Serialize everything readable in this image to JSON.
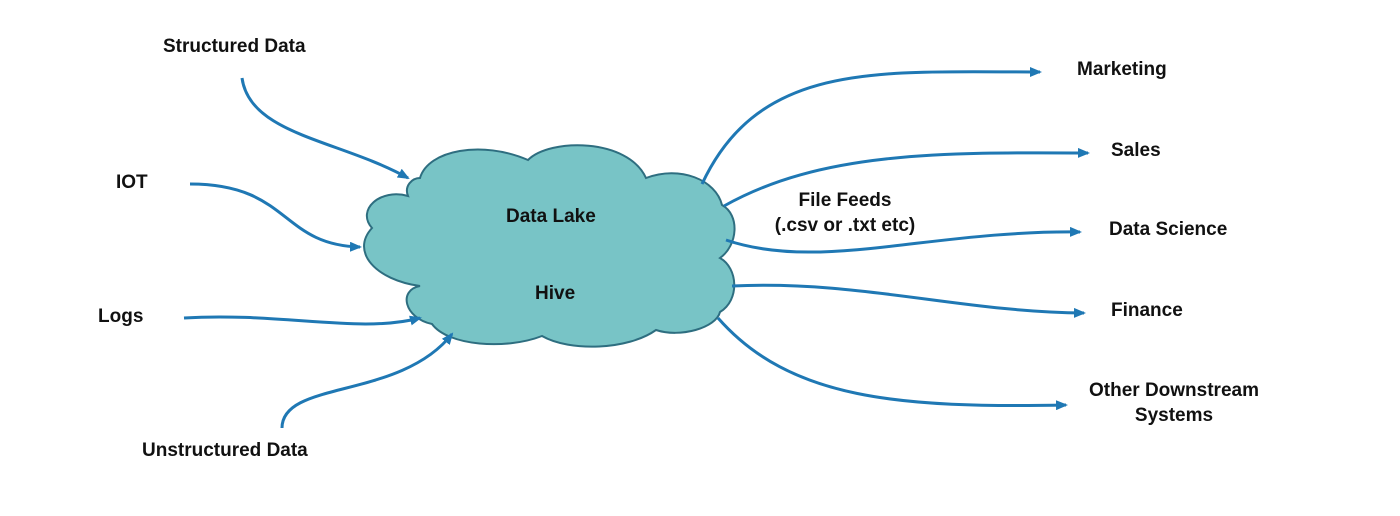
{
  "colors": {
    "cloud_fill": "#78C4C6",
    "cloud_stroke": "#2E6E80",
    "arrow": "#1F78B4",
    "text": "#111111"
  },
  "cloud": {
    "title": "Data Lake",
    "subtitle": "Hive"
  },
  "inputs": {
    "structured": "Structured Data",
    "iot": "IOT",
    "logs": "Logs",
    "unstructured": "Unstructured Data"
  },
  "file_feeds": {
    "line1": "File Feeds",
    "line2": "(.csv or .txt etc)"
  },
  "outputs": {
    "marketing": "Marketing",
    "sales": "Sales",
    "data_science": "Data Science",
    "finance": "Finance",
    "other_line1": "Other Downstream",
    "other_line2": "Systems"
  }
}
